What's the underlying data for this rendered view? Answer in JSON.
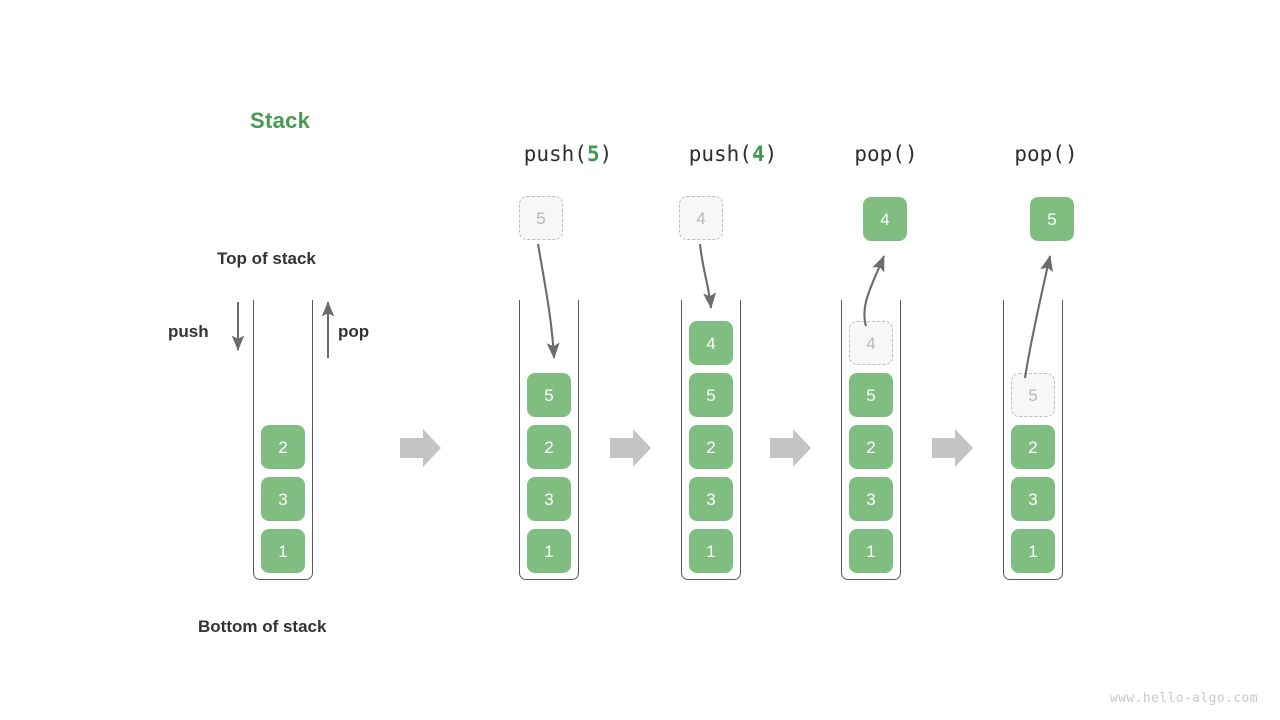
{
  "diagram": {
    "title": "Stack",
    "title_color": "#459b4f",
    "cell_color": "#7fbe80",
    "ghost_color": "#b8b8b8",
    "flow_arrow_color": "#c4c4c4",
    "watermark": "www.hello-algo.com"
  },
  "labels": {
    "top_of_stack": "Top of stack",
    "bottom_of_stack": "Bottom of stack",
    "push": "push",
    "pop": "pop"
  },
  "steps": [
    {
      "caption_prefix": "",
      "caption_arg": "",
      "caption_suffix": "",
      "cells": [
        "2",
        "3",
        "1"
      ]
    },
    {
      "caption_prefix": "push(",
      "caption_arg": "5",
      "caption_suffix": ")",
      "incoming_value": "5",
      "cells": [
        "5",
        "2",
        "3",
        "1"
      ]
    },
    {
      "caption_prefix": "push(",
      "caption_arg": "4",
      "caption_suffix": ")",
      "incoming_value": "4",
      "cells": [
        "4",
        "5",
        "2",
        "3",
        "1"
      ]
    },
    {
      "caption_prefix": "pop(",
      "caption_arg": "",
      "caption_suffix": ")",
      "outgoing_value": "4",
      "ghost_value": "4",
      "cells": [
        "5",
        "2",
        "3",
        "1"
      ]
    },
    {
      "caption_prefix": "pop(",
      "caption_arg": "",
      "caption_suffix": ")",
      "outgoing_value": "5",
      "ghost_value": "5",
      "cells": [
        "2",
        "3",
        "1"
      ]
    }
  ]
}
